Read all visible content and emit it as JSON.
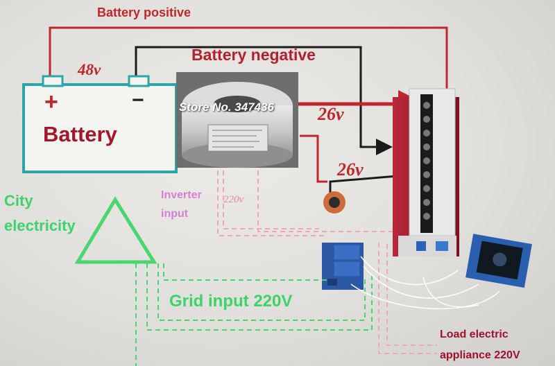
{
  "labels": {
    "battery_positive": "Battery positive",
    "battery_negative": "Battery negative",
    "voltage_48": "48v",
    "battery": "Battery",
    "plus": "+",
    "minus": "−",
    "voltage_26_a": "26v",
    "voltage_26_b": "26v",
    "inverter_input_line1": "Inverter",
    "inverter_input_line2": "input",
    "voltage_220_small": "220v",
    "city_line1": "City",
    "city_line2": "electricity",
    "grid_input": "Grid input 220V",
    "load_line1": "Load electric",
    "load_line2": "appliance 220V",
    "watermark": "Store No. 347436"
  },
  "colors": {
    "positive_wire": "#c0262a",
    "negative_wire": "#1a1a1a",
    "ac_wire": "#f0a8ae",
    "grid_wire": "#4ad66e",
    "battery_outline": "#2aa6a8"
  }
}
